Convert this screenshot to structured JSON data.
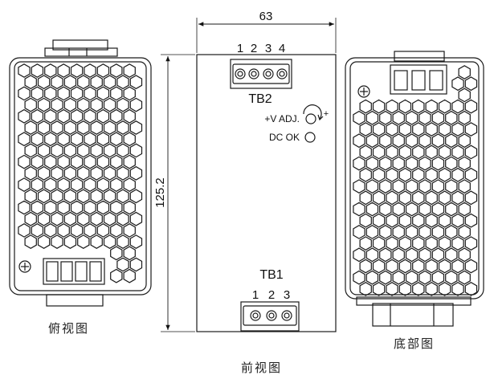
{
  "dimensions": {
    "width": "63",
    "height": "125.2"
  },
  "front": {
    "tb2_label": "TB2",
    "tb2_pins": [
      "1",
      "2",
      "3",
      "4"
    ],
    "vadj_label": "+V ADJ.",
    "vadj_sign": "+",
    "dcok_label": "DC OK",
    "tb1_label": "TB1",
    "tb1_pins": [
      "1",
      "2",
      "3"
    ]
  },
  "captions": {
    "top_view": "俯视图",
    "front_view": "前视图",
    "bottom_view": "底部图"
  },
  "colors": {
    "line": "#1a1a1a",
    "background": "#ffffff"
  }
}
